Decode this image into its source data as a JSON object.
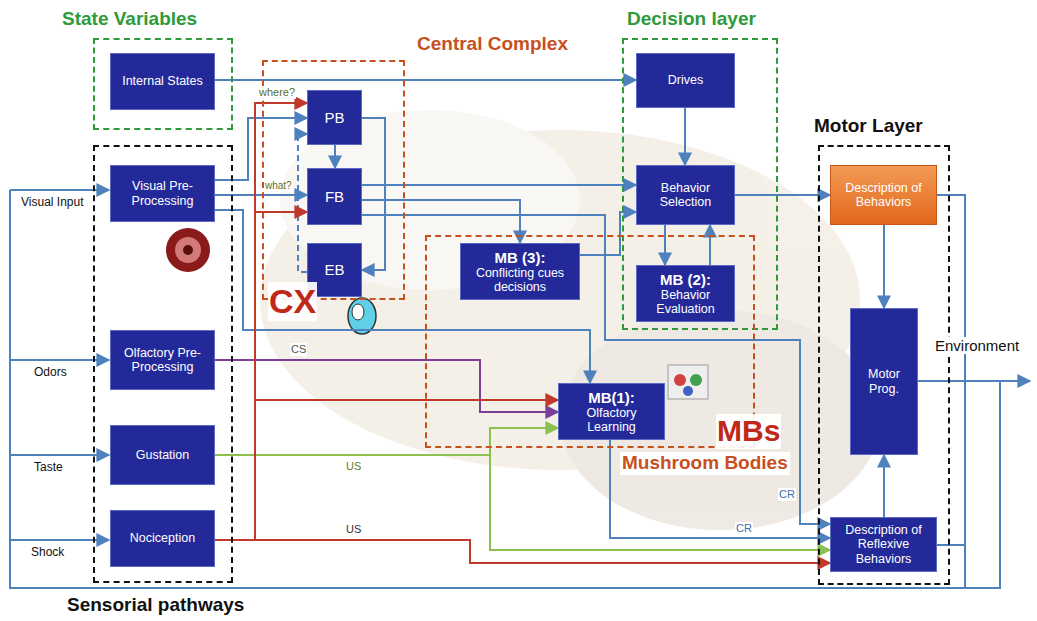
{
  "diagram": {
    "nodes": [
      {
        "text": [
          "State Variables"
        ]
      },
      {
        "text": [
          "Internal States"
        ],
        "in": 0
      },
      {
        "text": [
          "Central Complex"
        ]
      },
      {
        "text": [
          "PB"
        ],
        "in": 2
      },
      {
        "text": [
          "FB"
        ],
        "in": 2
      },
      {
        "text": [
          "EB"
        ],
        "in": 2
      },
      {
        "text": [
          "Decision layer"
        ]
      },
      {
        "text": [
          "Drives"
        ],
        "in": 6
      },
      {
        "text": [
          "Behavior Selection"
        ],
        "in": 6
      },
      {
        "text": [
          "MB (2):",
          "Behavior Evaluation"
        ],
        "in": 6
      },
      {
        "text": [
          "Mushroom Bodies"
        ]
      },
      {
        "text": [
          "MB (3):",
          "Conflicting cues decisions"
        ],
        "in": 10
      },
      {
        "text": [
          "MB(1):",
          "Olfactory Learning"
        ],
        "in": 10
      },
      {
        "text": [
          "Motor Layer"
        ]
      },
      {
        "text": [
          "Description of Behaviors"
        ],
        "in": 13
      },
      {
        "text": [
          "Motor Prog."
        ],
        "in": 13
      },
      {
        "text": [
          "Description of Reflexive Behaviors"
        ],
        "in": 13
      },
      {
        "text": [
          "Sensorial pathways"
        ]
      },
      {
        "text": [
          "Visual Pre-Processing"
        ],
        "in": 17
      },
      {
        "text": [
          "Olfactory Pre-Processing"
        ],
        "in": 17
      },
      {
        "text": [
          "Gustation"
        ],
        "in": 17
      },
      {
        "text": [
          "Nociception"
        ],
        "in": 17
      }
    ],
    "edges": [
      {
        "from": 1,
        "to": 7,
        "arrow": "to"
      },
      {
        "from": 18,
        "to": 3,
        "label": "where?",
        "arrow": "to"
      },
      {
        "from": 18,
        "to": 4,
        "label": "what?",
        "arrow": "to"
      },
      {
        "from": 3,
        "to": 4,
        "arrow": "to"
      },
      {
        "from": 3,
        "to": 5,
        "arrow": "to"
      },
      {
        "from": 5,
        "to": 3,
        "arrow": "to"
      },
      {
        "from": 4,
        "to": 8,
        "arrow": "to"
      },
      {
        "from": 4,
        "to": 11,
        "arrow": "to"
      },
      {
        "from": 4,
        "to": 16,
        "label": "CR",
        "arrow": "to"
      },
      {
        "from": 18,
        "to": 12,
        "arrow": "to"
      },
      {
        "from": 19,
        "to": 12,
        "label": "CS",
        "arrow": "to"
      },
      {
        "from": 20,
        "to": 12,
        "label": "US",
        "arrow": "to"
      },
      {
        "from": 20,
        "to": 16,
        "arrow": "to"
      },
      {
        "from": 21,
        "to": 3,
        "arrow": "to"
      },
      {
        "from": 21,
        "to": 4,
        "arrow": "to"
      },
      {
        "from": 21,
        "to": 12,
        "arrow": "to"
      },
      {
        "from": 21,
        "to": 16,
        "label": "US",
        "arrow": "to"
      },
      {
        "from": 12,
        "to": 16,
        "label": "CR",
        "arrow": "to"
      },
      {
        "from": 7,
        "to": 8,
        "arrow": "to"
      },
      {
        "from": 8,
        "to": 9,
        "arrow": "to"
      },
      {
        "from": 9,
        "to": 8,
        "arrow": "to"
      },
      {
        "from": 11,
        "to": 8,
        "arrow": "to"
      },
      {
        "from": 8,
        "to": 14,
        "arrow": "to"
      },
      {
        "from": 14,
        "to": 15,
        "arrow": "to"
      },
      {
        "from": 16,
        "to": 15,
        "arrow": "to"
      }
    ],
    "labels": [
      "Visual Input",
      "Odors",
      "Taste",
      "Shock",
      "Environment",
      "CX",
      "MBs"
    ]
  }
}
